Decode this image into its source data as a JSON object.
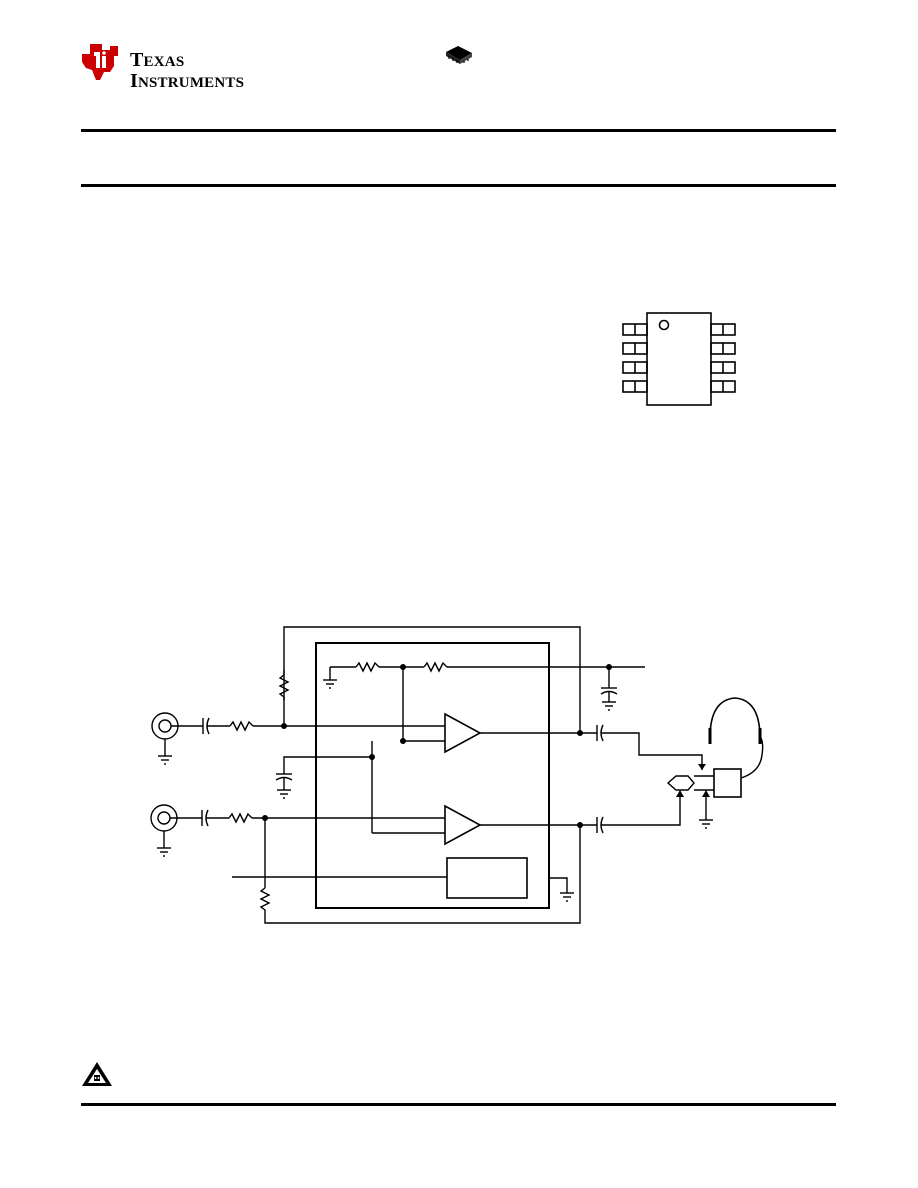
{
  "header": {
    "brand_line1_initial": "T",
    "brand_line1_rest": "EXAS",
    "brand_line2_initial": "I",
    "brand_line2_rest": "NSTRUMENTS",
    "brand_color": "#cc0000"
  },
  "icons": {
    "logo": "ti-logo-icon",
    "package": "package-chip-icon",
    "esd_warning": "esd-warning-icon"
  },
  "package_diagram": {
    "pins_per_side": 4,
    "pin1_marker": "circle"
  },
  "schematic": {
    "amplifier_count": 2,
    "input_jacks": 2,
    "output": "headphones"
  }
}
